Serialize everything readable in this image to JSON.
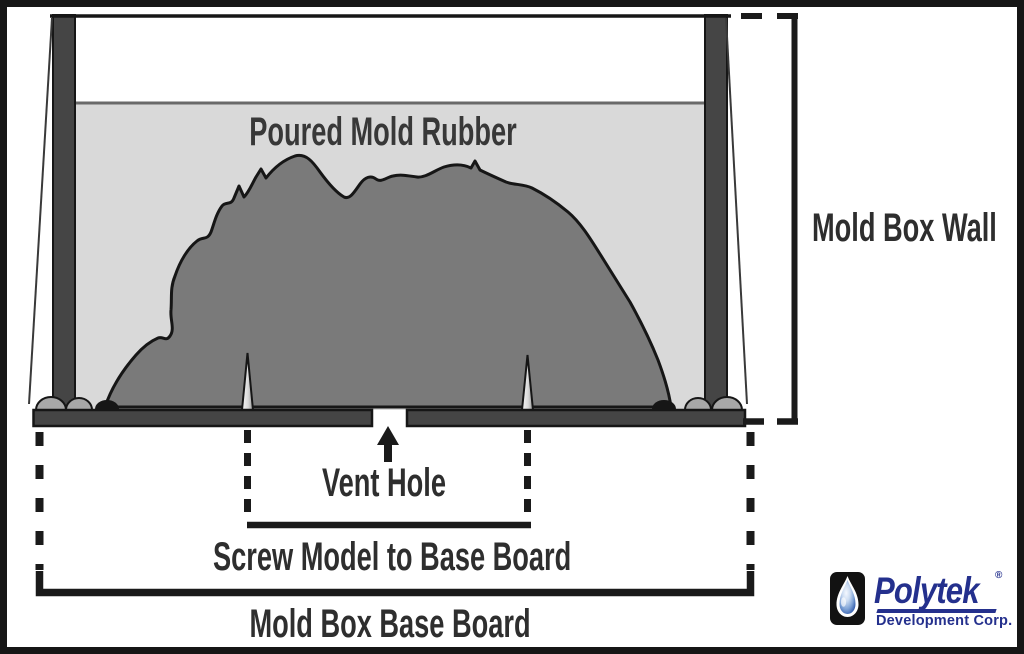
{
  "diagram": {
    "poured_mold_rubber_label": "Poured Mold Rubber",
    "mold_box_wall_label": "Mold Box Wall",
    "vent_hole_label": "Vent Hole",
    "screw_model_label": "Screw Model to Base Board",
    "base_board_label": "Mold Box Base Board",
    "colors": {
      "rubber_fill": "#d9d9d9",
      "model_fill": "#7a7a7a",
      "structure_fill": "#454545",
      "outline": "#161616",
      "label_text": "#2e2e2e"
    }
  },
  "logo": {
    "brand": "Polytek",
    "registered_mark": "®",
    "subtitle": "Development Corp.",
    "icon": "water-drop-icon",
    "brand_color": "#24308d"
  }
}
